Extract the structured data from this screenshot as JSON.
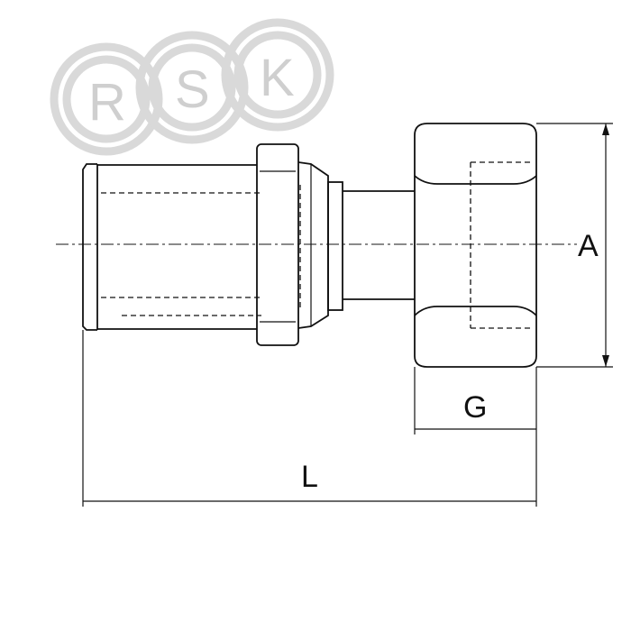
{
  "watermark": {
    "letters": [
      "R",
      "S",
      "K"
    ],
    "color": "#cfcfcf"
  },
  "dimensions": {
    "a_label": "A",
    "g_label": "G",
    "l_label": "L"
  },
  "colors": {
    "line": "#111111",
    "background": "#ffffff"
  }
}
